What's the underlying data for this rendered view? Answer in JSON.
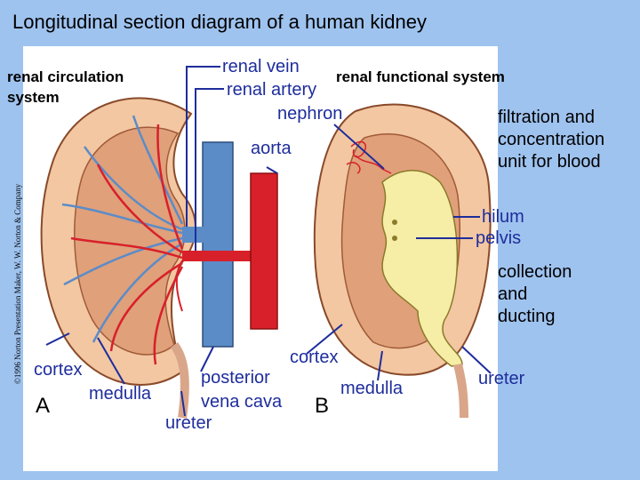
{
  "title": "Longitudinal section diagram of a human kidney",
  "headings": {
    "circulation_line1": "renal circulation",
    "circulation_line2": "system",
    "functional": "renal functional system"
  },
  "labels": {
    "renal_vein": "renal vein",
    "renal_artery": "renal artery",
    "nephron": "nephron",
    "aorta": "aorta",
    "hilum": "hilum",
    "pelvis": "pelvis",
    "cortex_a": "cortex",
    "medulla_a": "medulla",
    "posterior": "posterior",
    "vena_cava": "vena cava",
    "ureter_a": "ureter",
    "cortex_b": "cortex",
    "medulla_b": "medulla",
    "ureter_b": "ureter",
    "panel_a": "A",
    "panel_b": "B"
  },
  "annotations": {
    "filtration_1": "filtration and",
    "filtration_2": "concentration",
    "filtration_3": "unit for blood",
    "collection_1": "collection",
    "collection_2": "and",
    "collection_3": "ducting"
  },
  "copyright": "©1996 Norton Presentation Maker, W. W. Norton & Company",
  "colors": {
    "background": "#9fc3ef",
    "label": "#1e2d9c",
    "vein": "#5b8cc8",
    "artery": "#d8202a",
    "cortex": "#f2c7a2",
    "medulla": "#e0a07a",
    "pelvis": "#f6eda6"
  }
}
